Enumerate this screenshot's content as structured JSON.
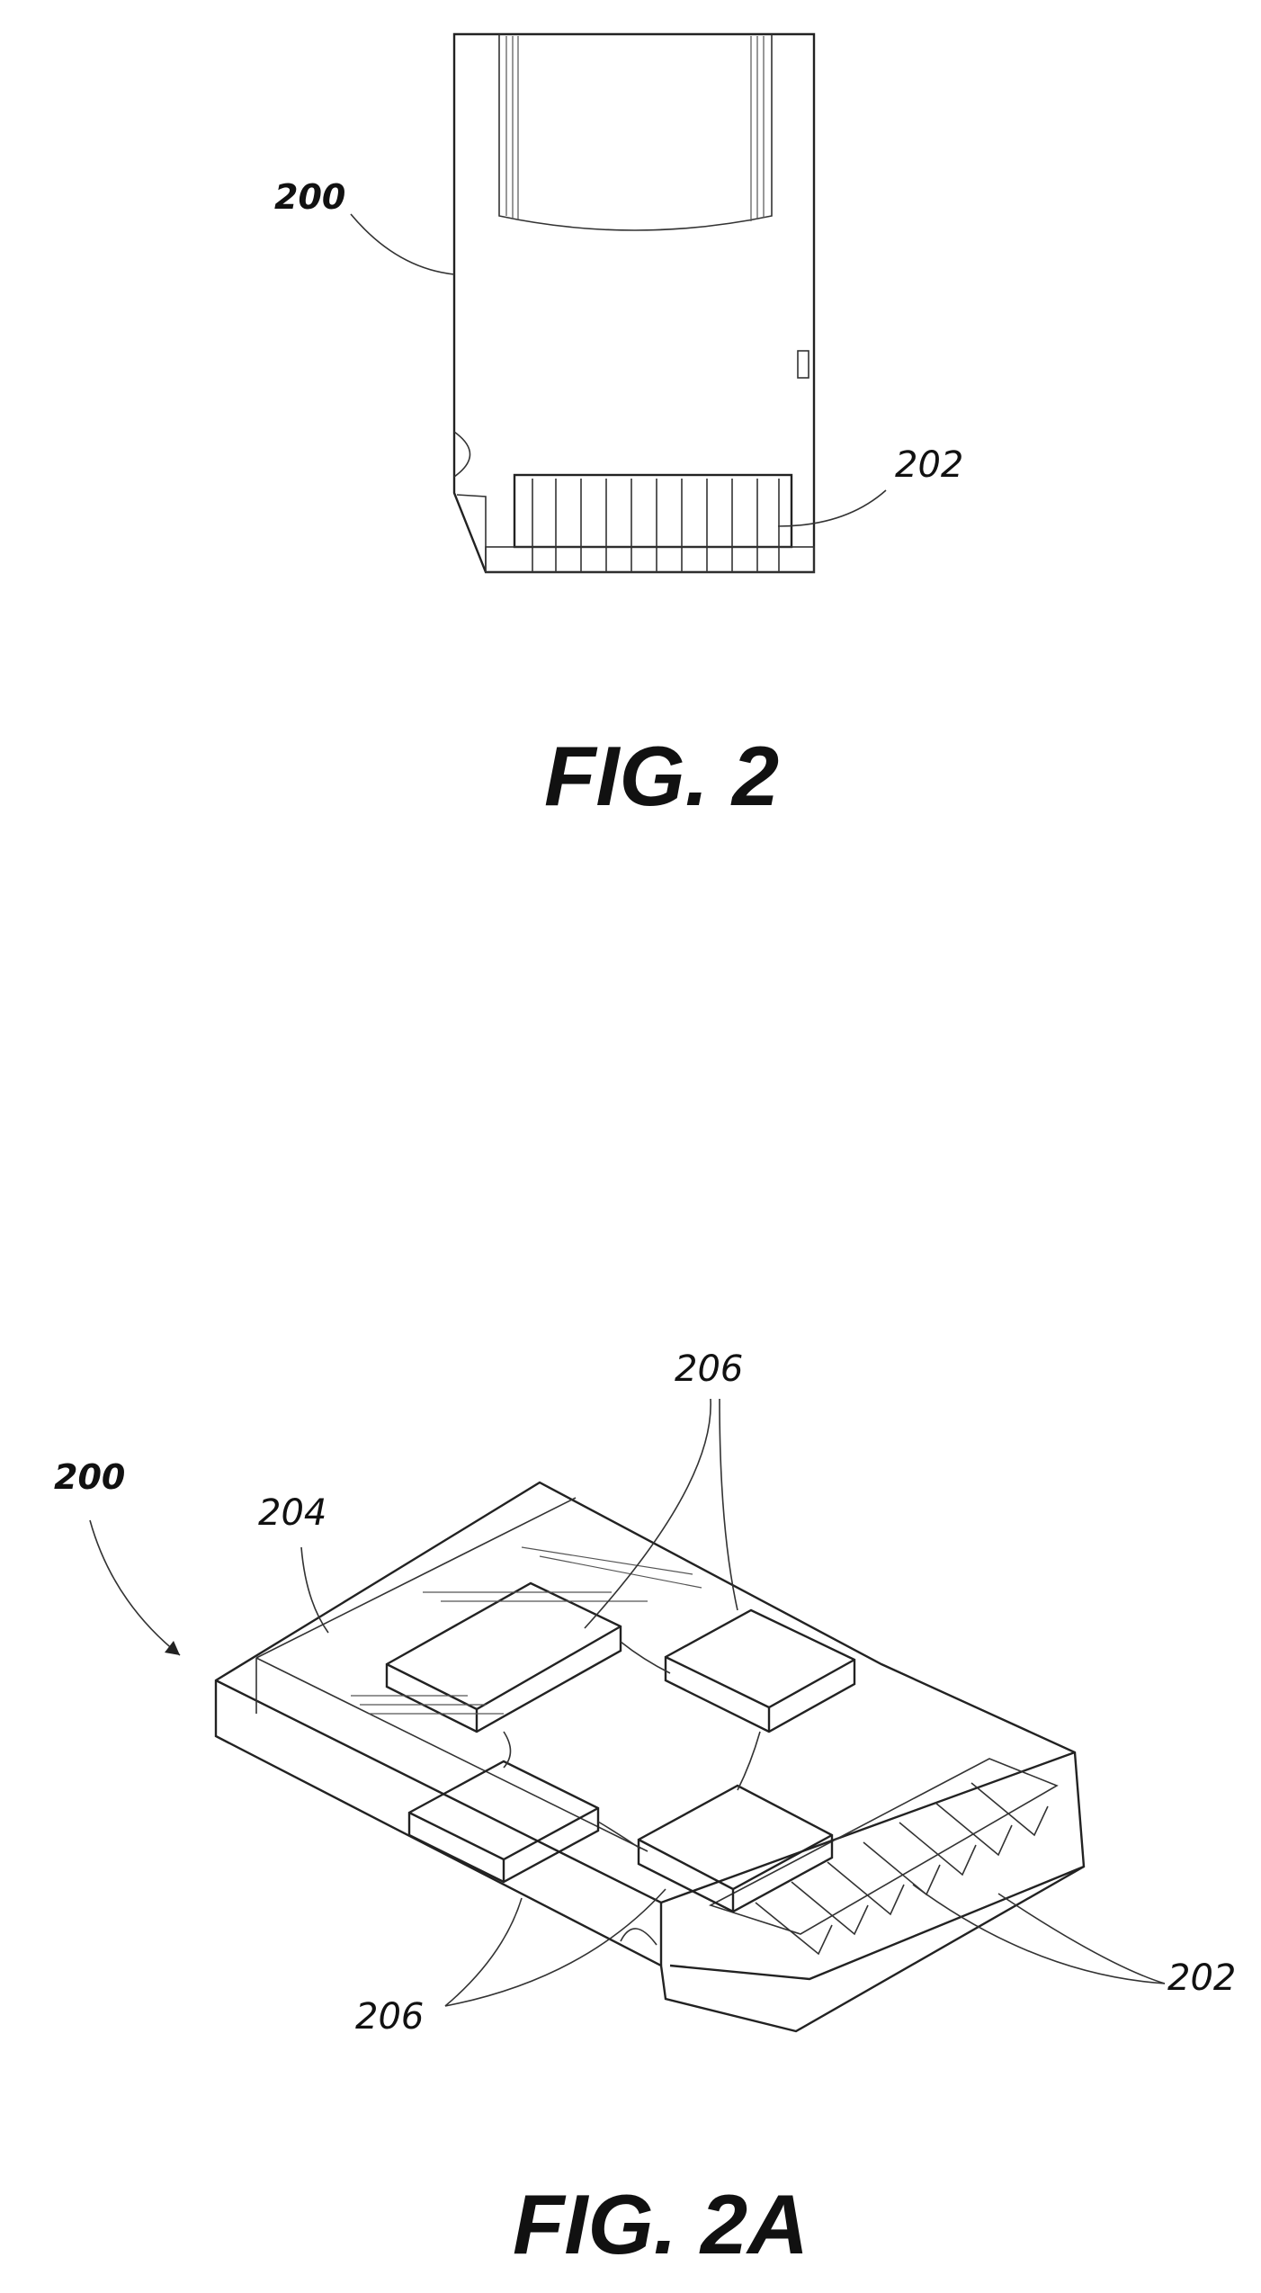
{
  "figures": [
    {
      "caption": "FIG. 2",
      "labels": {
        "card": "200",
        "contacts": "202"
      }
    },
    {
      "caption": "FIG. 2A",
      "labels": {
        "card": "200",
        "cover": "204",
        "chips_top": "206",
        "chips_bottom": "206",
        "contacts": "202"
      }
    }
  ]
}
